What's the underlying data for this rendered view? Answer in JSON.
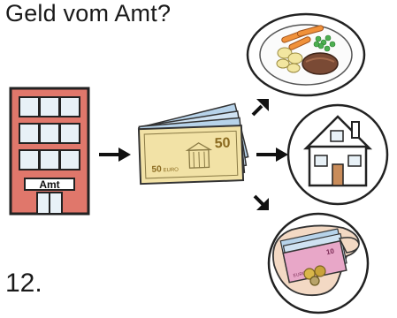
{
  "title": "Geld vom Amt?",
  "page_number": "12.",
  "building_sign": "Amt",
  "banknote_value": "50",
  "banknote_value_small": "50",
  "banknote_currency": "EURO",
  "coin_note_value": "10",
  "coin_note_currency": "EURO",
  "colors": {
    "building_red": "#e0776b",
    "window_blue": "#e8f1f7",
    "banknote_yellow": "#f2e2a6",
    "banknote_blue": "#b7d3ea",
    "pink_note": "#e8a7c8",
    "skin": "#f3d9c4"
  },
  "icons": [
    "building-icon",
    "money-bundle-icon",
    "meal-plate-icon",
    "house-icon",
    "hand-money-icon",
    "arrow-icon"
  ]
}
